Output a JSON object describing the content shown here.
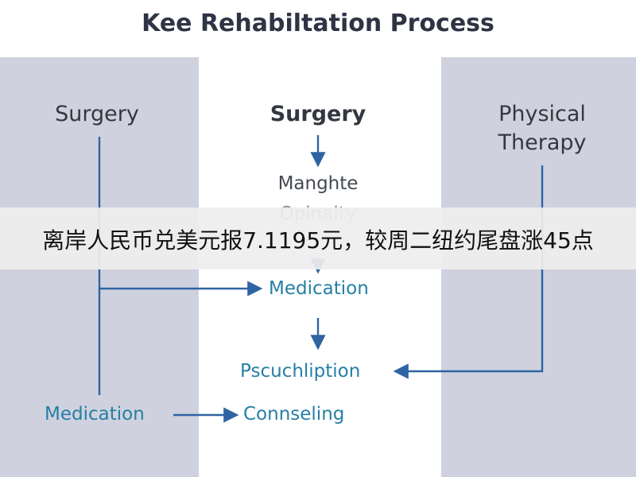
{
  "title": "Kee Rehabiltation Process",
  "columns": {
    "left": {
      "header": "Surgery",
      "bottom_label": "Medication"
    },
    "center": {
      "header": "Surgery",
      "step1": "Manghte",
      "step2": "Opinalty",
      "step3": "Medication",
      "step4": "Pscuchliption",
      "step5": "Connseling"
    },
    "right": {
      "header_line1": "Physical",
      "header_line2": "Therapy"
    }
  },
  "overlay_caption": "离岸人民币兑美元报7.1195元，较周二纽约尾盘涨45点",
  "colors": {
    "band": "#cfd2de",
    "arrow": "#2f64a3",
    "teal_text": "#277fa4",
    "dark_text": "#333840"
  }
}
